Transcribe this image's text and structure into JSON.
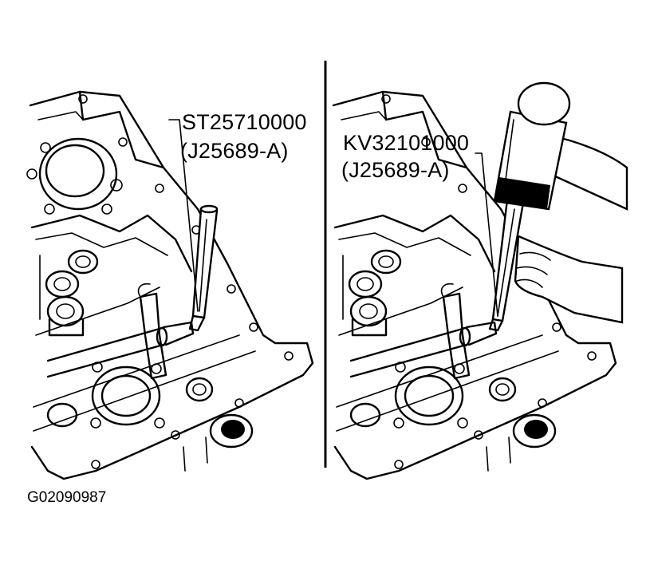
{
  "figure": {
    "left_panel": {
      "tool_part_number": "ST25710000",
      "tool_alt_number": "(J25689-A)"
    },
    "right_panel": {
      "tool_part_number": "KV32101000",
      "tool_alt_number": "(J25689-A)"
    },
    "figure_id": "G02090987",
    "icons": [
      "valve-body-casting",
      "pin-punch",
      "hammer",
      "hand"
    ]
  }
}
